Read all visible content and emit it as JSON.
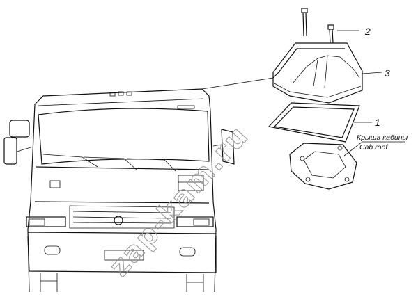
{
  "callouts": [
    {
      "number": "2"
    },
    {
      "number": "3"
    },
    {
      "number": "1"
    }
  ],
  "roof_label": {
    "ru": "Крыша кабины",
    "en": "Cab roof"
  },
  "watermark": "zap-kam.ru",
  "colors": {
    "line": "#111111",
    "background": "#ffffff",
    "watermark": "#9a9a9a"
  }
}
